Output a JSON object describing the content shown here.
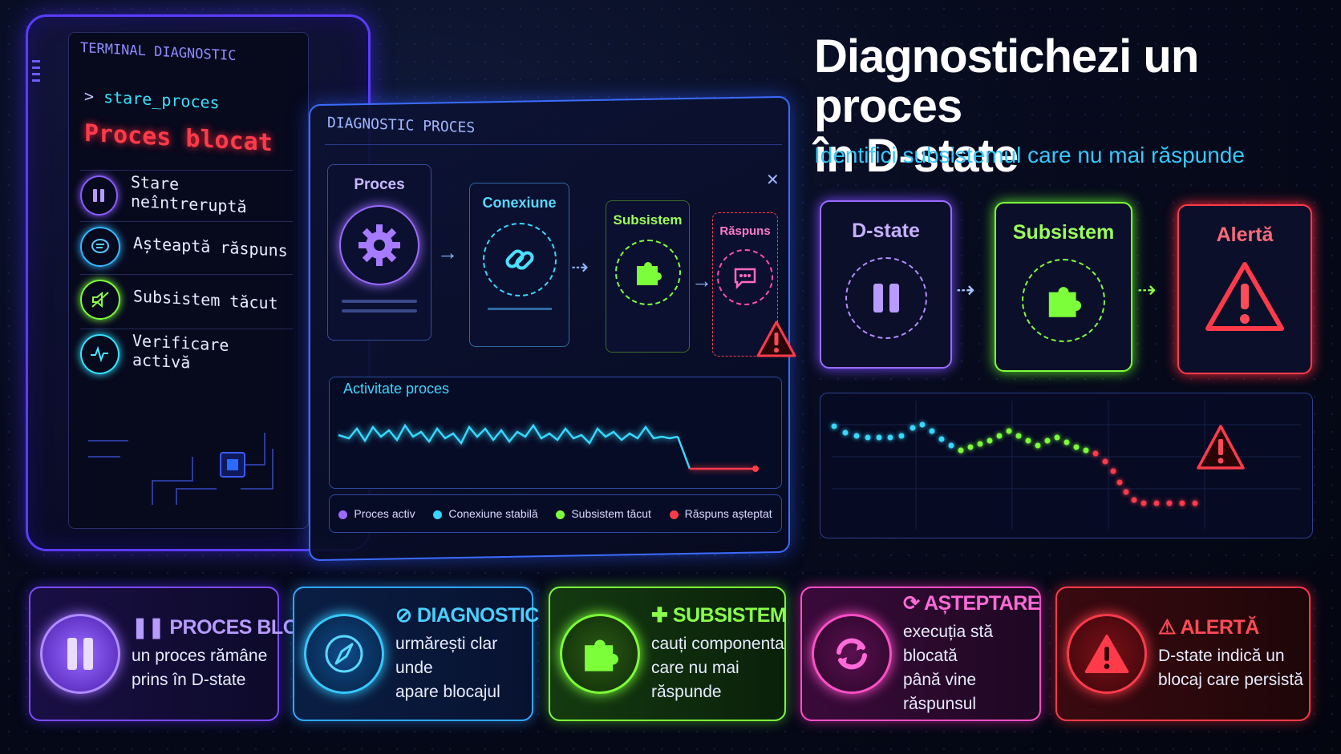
{
  "terminal": {
    "title": "TERMINAL DIAGNOSTIC",
    "command": "stare_proces",
    "status": "Proces blocat",
    "items": [
      {
        "label": "Stare neîntreruptă",
        "icon": "pause-icon",
        "color": "#8a5cff"
      },
      {
        "label": "Așteaptă răspuns",
        "icon": "chat-icon",
        "color": "#36b8ff"
      },
      {
        "label": "Subsistem tăcut",
        "icon": "mute-icon",
        "color": "#7cff3a"
      },
      {
        "label": "Verificare activă",
        "icon": "pulse-icon",
        "color": "#36e3ff"
      }
    ]
  },
  "diagnostic": {
    "title": "DIAGNOSTIC PROCES",
    "flow": [
      {
        "label": "Proces",
        "icon": "gear-icon",
        "color": "#9b6bff"
      },
      {
        "label": "Conexiune",
        "icon": "link-icon",
        "color": "#36d8ff"
      },
      {
        "label": "Subsistem",
        "icon": "puzzle-icon",
        "color": "#7cff3a"
      },
      {
        "label": "Răspuns",
        "icon": "chat-icon",
        "color": "#ff4fa8"
      }
    ],
    "activity_title": "Activitate proces",
    "legend": [
      {
        "label": "Proces activ",
        "color": "#9b6bff"
      },
      {
        "label": "Conexiune stabilă",
        "color": "#36d8ff"
      },
      {
        "label": "Subsistem tăcut",
        "color": "#7cff3a"
      },
      {
        "label": "Răspuns așteptat",
        "color": "#ff3b4a"
      }
    ]
  },
  "header": {
    "title_line1": "Diagnostichezi un proces",
    "title_line2": "în D-state",
    "subtitle": "Identifici subsistemul care nu mai răspunde"
  },
  "states": [
    {
      "label": "D-state",
      "icon": "pause-icon",
      "color": "#9b6bff"
    },
    {
      "label": "Subsistem",
      "icon": "puzzle-icon",
      "color": "#7cff3a"
    },
    {
      "label": "Alertă",
      "icon": "warning-icon",
      "color": "#ff3b4a"
    }
  ],
  "cards": [
    {
      "title": "PROCES BLOCAT",
      "line1": "un proces rămâne",
      "line2": "prins în D-state",
      "icon": "pause-icon",
      "color": "#9b6bff"
    },
    {
      "title": "DIAGNOSTIC",
      "line1": "urmărești clar unde",
      "line2": "apare blocajul",
      "icon": "compass-icon",
      "color": "#36c8ff"
    },
    {
      "title": "SUBSISTEM",
      "line1": "cauți componenta",
      "line2": "care nu mai răspunde",
      "icon": "puzzle-icon",
      "color": "#7cff3a"
    },
    {
      "title": "AȘTEPTARE",
      "line1": "execuția stă blocată",
      "line2": "până vine răspunsul",
      "icon": "refresh-icon",
      "color": "#ff4fc8"
    },
    {
      "title": "ALERTĂ",
      "line1": "D-state indică un",
      "line2": "blocaj care persistă",
      "icon": "warning-icon",
      "color": "#ff3b4a"
    }
  ]
}
